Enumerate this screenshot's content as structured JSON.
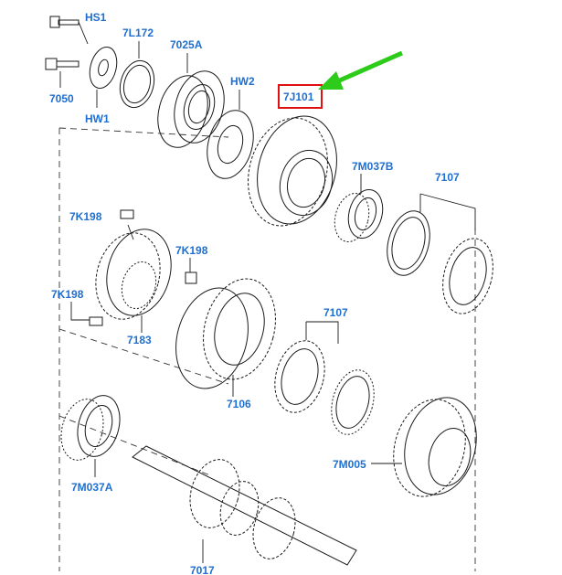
{
  "label_color": "#1f6fd1",
  "highlight_color": "#e01010",
  "arrow_color": "#2ecc1a",
  "labels": {
    "hs1": "HS1",
    "l7050": "7050",
    "hw1": "HW1",
    "l7l172": "7L172",
    "l7025a": "7025A",
    "hw2": "HW2",
    "l7j101": "7J101",
    "l7m037b": "7M037B",
    "l7107_top": "7107",
    "l7k198_a": "7K198",
    "l7k198_b": "7K198",
    "l7k198_c": "7K198",
    "l7183": "7183",
    "l7106": "7106",
    "l7107_mid": "7107",
    "l7m037a": "7M037A",
    "l7m005": "7M005",
    "l7017": "7017"
  }
}
